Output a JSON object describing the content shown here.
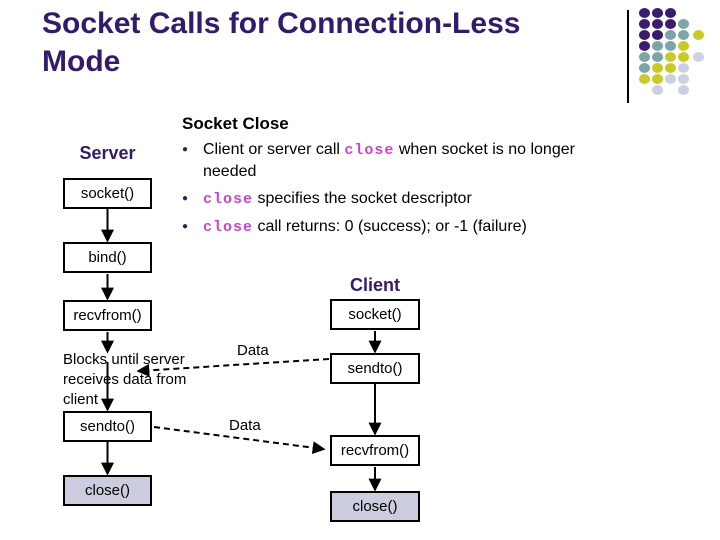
{
  "slide": {
    "title_lines": [
      "Socket Calls for Connection-Less",
      "Mode"
    ]
  },
  "content": {
    "heading": "Socket Close",
    "bullet_glyph": "●",
    "code_color": "#cc44cc",
    "bullets": [
      {
        "parts": [
          {
            "t": "Client or server call "
          },
          {
            "t": "close",
            "code": true
          },
          {
            "t": " when socket is no longer"
          },
          {
            "br": true
          },
          {
            "t": "needed"
          }
        ]
      },
      {
        "parts": [
          {
            "t": "close",
            "code": true
          },
          {
            "t": " specifies the socket descriptor"
          }
        ]
      },
      {
        "parts": [
          {
            "t": "close",
            "code": true
          },
          {
            "t": " call returns: 0 (success); or -1 (failure)"
          }
        ]
      }
    ]
  },
  "diagram": {
    "server": {
      "label": "Server",
      "nodes": {
        "socket": "socket()",
        "bind": "bind()",
        "recvfrom": "recvfrom()",
        "sendto": "sendto()",
        "close": "close()"
      }
    },
    "client": {
      "label": "Client",
      "nodes": {
        "socket": "socket()",
        "sendto": "sendto()",
        "recvfrom": "recvfrom()",
        "close": "close()"
      }
    },
    "note_lines": [
      "Blocks until server",
      "receives data from",
      "client"
    ],
    "data_labels": {
      "0": "Data",
      "1": "Data"
    },
    "close_box_fill": "#ccccdf"
  },
  "decor": {
    "dots": {
      "rows": [
        "PPP..",
        "PPPT.",
        "PPTTY",
        "PTTY.",
        "TTYYG",
        "TYYG.",
        "YYGG.",
        ".G.G."
      ],
      "colors": {
        "P": "#3a1d6e",
        "T": "#7aa6a6",
        "Y": "#c9c929",
        "G": "#cdd0e2"
      }
    }
  }
}
